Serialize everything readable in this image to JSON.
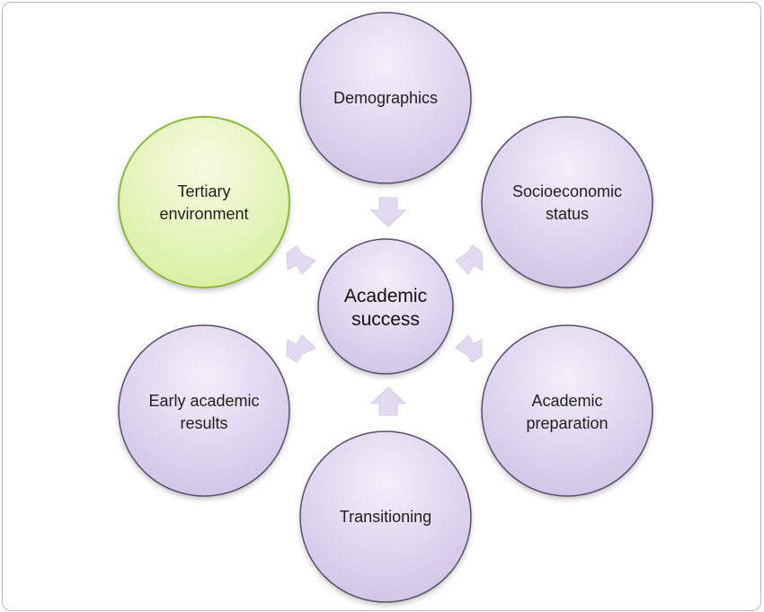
{
  "center": {
    "label_line1": "Academic",
    "label_line2": "success"
  },
  "nodes": {
    "demographics": {
      "line1": "Demographics"
    },
    "socioeconomic": {
      "line1": "Socioeconomic",
      "line2": "status"
    },
    "academic_preparation": {
      "line1": "Academic",
      "line2": "preparation"
    },
    "transitioning": {
      "line1": "Transitioning"
    },
    "early_results": {
      "line1": "Early academic",
      "line2": "results"
    },
    "tertiary": {
      "line1": "Tertiary",
      "line2": "environment"
    }
  },
  "colors": {
    "purple_fill_light": "#f3effa",
    "purple_fill_dark": "#cfc3e6",
    "purple_stroke": "#5b4d6b",
    "green_fill_light": "#f6fbe3",
    "green_fill_dark": "#d8ef9f",
    "green_stroke": "#8cba3f",
    "arrow_fill": "#e2daf0",
    "arrow_stroke": "#d3c9e6"
  }
}
